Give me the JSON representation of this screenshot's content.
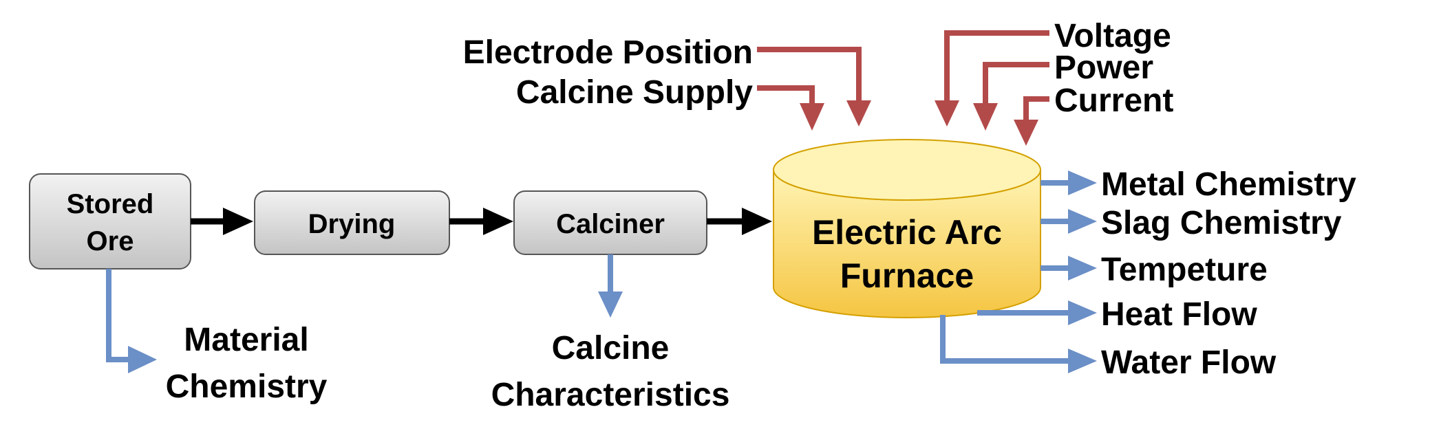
{
  "colors": {
    "box_fill_top": "#f2f2f2",
    "box_fill_bottom": "#c4c4c4",
    "box_stroke": "#555555",
    "furnace_fill_top": "#fff4b5",
    "furnace_fill_bottom": "#f5c542",
    "furnace_stroke": "#d4a000",
    "flow_arrow": "#000000",
    "input_arrow": "#b34a4a",
    "output_arrow": "#6b8fc7"
  },
  "process": {
    "stored_ore": {
      "line1": "Stored",
      "line2": "Ore"
    },
    "drying": "Drying",
    "calciner": "Calciner",
    "furnace": {
      "line1": "Electric Arc",
      "line2": "Furnace"
    }
  },
  "inputs": {
    "electrode_position": "Electrode Position",
    "calcine_supply": "Calcine Supply",
    "voltage": "Voltage",
    "power": "Power",
    "current": "Current"
  },
  "outputs": {
    "material_chemistry": {
      "line1": "Material",
      "line2": "Chemistry"
    },
    "calcine_characteristics": {
      "line1": "Calcine",
      "line2": "Characteristics"
    },
    "metal_chemistry": "Metal Chemistry",
    "slag_chemistry": "Slag Chemistry",
    "tempeture": "Tempeture",
    "heat_flow": "Heat Flow",
    "water_flow": "Water Flow"
  }
}
